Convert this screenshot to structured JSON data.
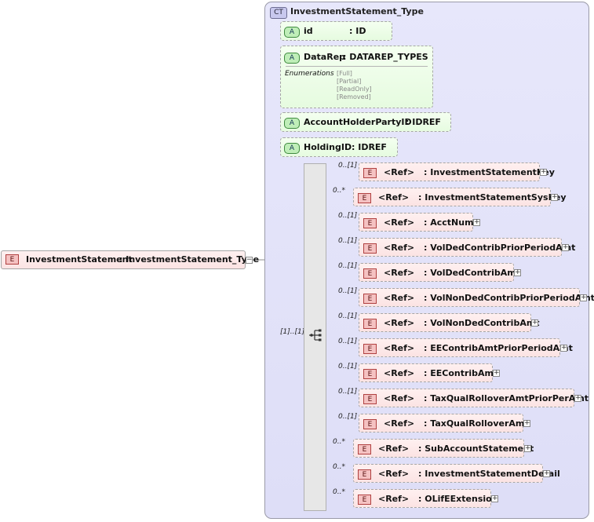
{
  "root_element": {
    "badge": "E",
    "name": "InvestmentStatement",
    "type": ": InvestmentStatement_Type",
    "collapse": "−"
  },
  "complex_type": {
    "badge": "CT",
    "name": "InvestmentStatement_Type"
  },
  "attributes": [
    {
      "badge": "A",
      "name": "id",
      "type": ": ID"
    },
    {
      "badge": "A",
      "name": "DataRep",
      "type": ": DATAREP_TYPES",
      "enum_label": "Enumerations",
      "enum_values": [
        "[Full]",
        "[Partial]",
        "[ReadOnly]",
        "[Removed]"
      ]
    },
    {
      "badge": "A",
      "name": "AccountHolderPartyID",
      "type": ": IDREF"
    },
    {
      "badge": "A",
      "name": "HoldingID",
      "type": ": IDREF"
    }
  ],
  "sequence": {
    "cardinality": "[1]..[1]",
    "icon": "sequence-icon"
  },
  "elements": [
    {
      "card": "0..[1]",
      "ref": "<Ref>",
      "name": ": InvestmentStatementKey"
    },
    {
      "card": "0..*",
      "ref": "<Ref>",
      "name": ": InvestmentStatementSysKey"
    },
    {
      "card": "0..[1]",
      "ref": "<Ref>",
      "name": ": AcctNum"
    },
    {
      "card": "0..[1]",
      "ref": "<Ref>",
      "name": ": VolDedContribPriorPeriodAmt"
    },
    {
      "card": "0..[1]",
      "ref": "<Ref>",
      "name": ": VolDedContribAmt"
    },
    {
      "card": "0..[1]",
      "ref": "<Ref>",
      "name": ": VolNonDedContribPriorPeriodAmt"
    },
    {
      "card": "0..[1]",
      "ref": "<Ref>",
      "name": ": VolNonDedContribAmt"
    },
    {
      "card": "0..[1]",
      "ref": "<Ref>",
      "name": ": EEContribAmtPriorPeriodAmt"
    },
    {
      "card": "0..[1]",
      "ref": "<Ref>",
      "name": ": EEContribAmt"
    },
    {
      "card": "0..[1]",
      "ref": "<Ref>",
      "name": ": TaxQualRolloverAmtPriorPerAmt"
    },
    {
      "card": "0..[1]",
      "ref": "<Ref>",
      "name": ": TaxQualRolloverAmt"
    },
    {
      "card": "0..*",
      "ref": "<Ref>",
      "name": ": SubAccountStatement"
    },
    {
      "card": "0..*",
      "ref": "<Ref>",
      "name": ": InvestmentStatementDetail"
    },
    {
      "card": "0..*",
      "ref": "<Ref>",
      "name": ": OLifEExtension"
    }
  ],
  "expand_symbol": "+",
  "colors": {
    "element_fill": "#fbe3e3",
    "attribute_fill": "#e6fbe0",
    "complex_type_fill": "#dedef7",
    "badge_element": "#f5c2c2",
    "badge_attribute": "#bfeeb8"
  }
}
